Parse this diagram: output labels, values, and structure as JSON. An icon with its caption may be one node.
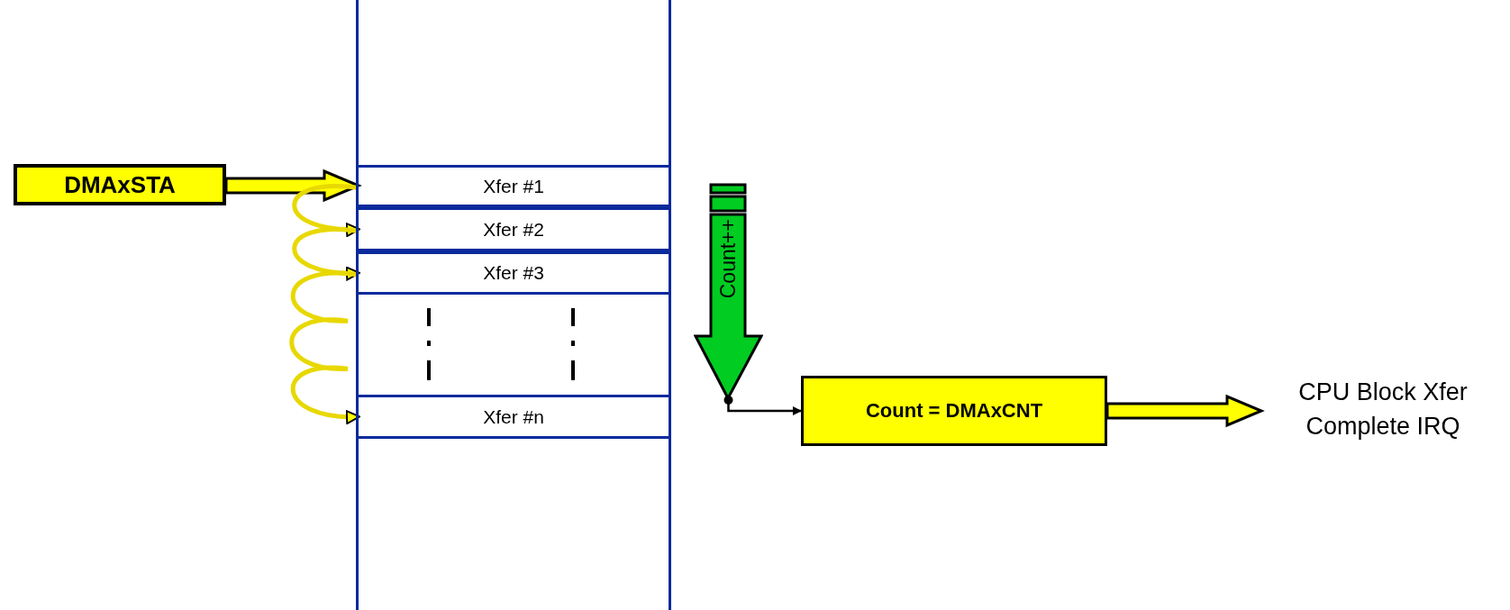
{
  "diagram": {
    "nodes": [
      {
        "text": [
          "DMAxSTA"
        ]
      },
      {
        "text": [],
        "shape": "box"
      },
      {
        "text": [
          "Xfer #1"
        ],
        "in": 1
      },
      {
        "text": [
          "Xfer #2"
        ],
        "in": 1
      },
      {
        "text": [
          "Xfer #3"
        ],
        "in": 1
      },
      {
        "text": [
          "Xfer #n"
        ],
        "in": 1
      },
      {
        "text": [
          "Count++"
        ]
      },
      {
        "text": [
          "Count = DMAxCNT"
        ]
      },
      {
        "text": [
          "CPU Block Xfer Complete IRQ"
        ]
      }
    ],
    "edges": [
      {
        "from": 0,
        "to": 2,
        "arrow": "to",
        "style": "thick"
      },
      {
        "from": 2,
        "to": 3,
        "arrow": "to"
      },
      {
        "from": 3,
        "to": 4,
        "arrow": "to"
      },
      {
        "from": 4,
        "to": 5,
        "arrow": "to"
      },
      {
        "from": 6,
        "to": 7,
        "arrow": "to",
        "color": "#000000"
      },
      {
        "from": 7,
        "to": 8,
        "arrow": "to",
        "style": "thick"
      }
    ]
  }
}
